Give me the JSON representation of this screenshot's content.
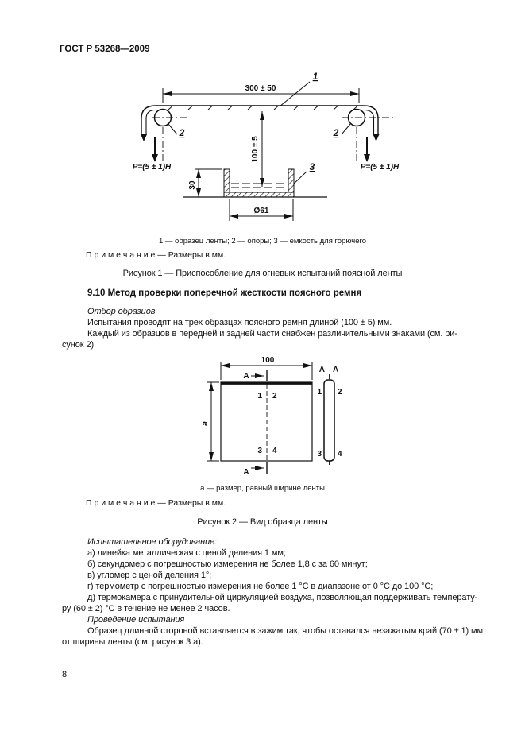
{
  "page": {
    "header": "ГОСТ Р 53268—2009",
    "number": "8"
  },
  "figure1": {
    "dim_length": "300 ± 50",
    "dim_height": "100 ± 5",
    "dim_vessel_height": "30",
    "dim_vessel_diameter": "Ø61",
    "force_left": "Р=(5 ± 1)Н",
    "force_right": "Р=(5 ± 1)Н",
    "callout_1": "1",
    "callout_2_left": "2",
    "callout_2_right": "2",
    "callout_3": "3",
    "legend": "1 — образец ленты; 2 — опоры; 3 — емкость для горючего",
    "note": "П р и м е ч а н и е  —  Размеры в мм.",
    "title": "Рисунок 1 — Приспособление для огневых испытаний поясной ленты"
  },
  "section_9_10": {
    "heading": "9.10 Метод проверки поперечной жесткости поясного ремня",
    "subheading": "Отбор образцов",
    "lines": [
      "Испытания проводят на трех образцах поясного ремня длиной (100 ± 5) мм.",
      "Каждый из образцов в передней и задней части снабжен различительными знаками (см. ри-",
      "сунок 2)."
    ]
  },
  "figure2": {
    "dim_length": "100",
    "dim_width": "а",
    "section_mark_top": "А",
    "section_mark_bottom": "А",
    "section_view_label": "А—А",
    "front_marks": [
      "1",
      "2",
      "3",
      "4"
    ],
    "side_marks": [
      "1",
      "2",
      "3",
      "4"
    ],
    "legend": "а — размер, равный ширине ленты",
    "note": "П р и м е ч а н и е  —  Размеры в мм.",
    "title": "Рисунок 2 — Вид образца ленты"
  },
  "equipment": {
    "heading": "Испытательное оборудование:",
    "lines": [
      "а) линейка металлическая с ценой деления 1 мм;",
      "б) секундомер с погрешностью измерения не более 1,8 с за 60 минут;",
      "в) угломер с ценой деления 1°;",
      "г) термометр с погрешностью измерения не более 1 °С в диапазоне от 0 °С до 100 °С;",
      "д) термокамера с принудительной циркуляцией воздуха, позволяющая поддерживать температу-",
      "ру (60 ± 2) °С в течение не менее 2 часов."
    ]
  },
  "procedure": {
    "heading": "Проведение испытания",
    "lines": [
      "Образец длинной стороной вставляется в зажим так, чтобы оставался незажатым край (70 ± 1) мм",
      "от ширины ленты (см. рисунок 3 а)."
    ]
  }
}
